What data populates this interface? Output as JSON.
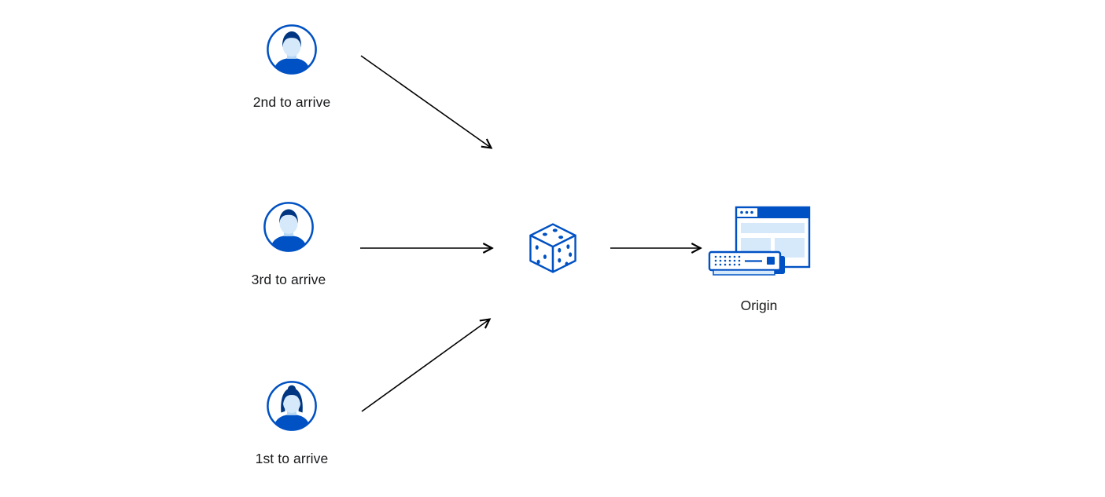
{
  "diagram": {
    "clients": [
      {
        "label": "2nd to arrive",
        "icon": "male-avatar-icon"
      },
      {
        "label": "3rd to arrive",
        "icon": "male-avatar-icon"
      },
      {
        "label": "1st to arrive",
        "icon": "female-avatar-icon"
      }
    ],
    "randomizer": {
      "icon": "dice-icon"
    },
    "origin": {
      "label": "Origin",
      "icon": "origin-browser-server-icon"
    },
    "arrows": [
      {
        "from": "client-2nd",
        "to": "dice"
      },
      {
        "from": "client-3rd",
        "to": "dice"
      },
      {
        "from": "client-1st",
        "to": "dice"
      },
      {
        "from": "dice",
        "to": "origin"
      }
    ],
    "colors": {
      "primary_blue": "#0051c3",
      "dark_blue": "#003681",
      "light_blue": "#d6e9fb",
      "skin_blue": "#b7d7f5",
      "arrow": "#000000",
      "text": "#17181a",
      "background": "#ffffff"
    }
  }
}
